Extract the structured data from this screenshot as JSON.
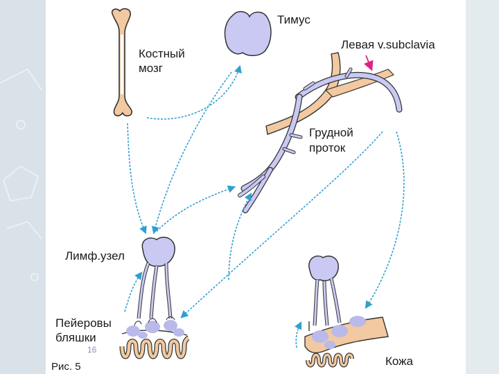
{
  "labels": {
    "bone_marrow_line1": "Костный",
    "bone_marrow_line2": "мозг",
    "thymus": "Тимус",
    "left_subclavian": "Левая v.subclavia",
    "thoracic_duct_line1": "Грудной",
    "thoracic_duct_line2": "проток",
    "lymph_node": "Лимф.узел",
    "peyers_line1": "Пейеровы",
    "peyers_line2": "бляшки",
    "skin": "Кожа",
    "figure_caption": "Рис. 5",
    "page_number": "16"
  },
  "colors": {
    "organ_fill": "#c9c9f4",
    "organ_stroke": "#5a5aa0",
    "bone_fill": "#f2c9a0",
    "vessel_fill": "#b9b9ea",
    "arrow": "#2f9fd0",
    "arrow_head_magenta": "#e0208a",
    "text": "#1a1a1a"
  }
}
